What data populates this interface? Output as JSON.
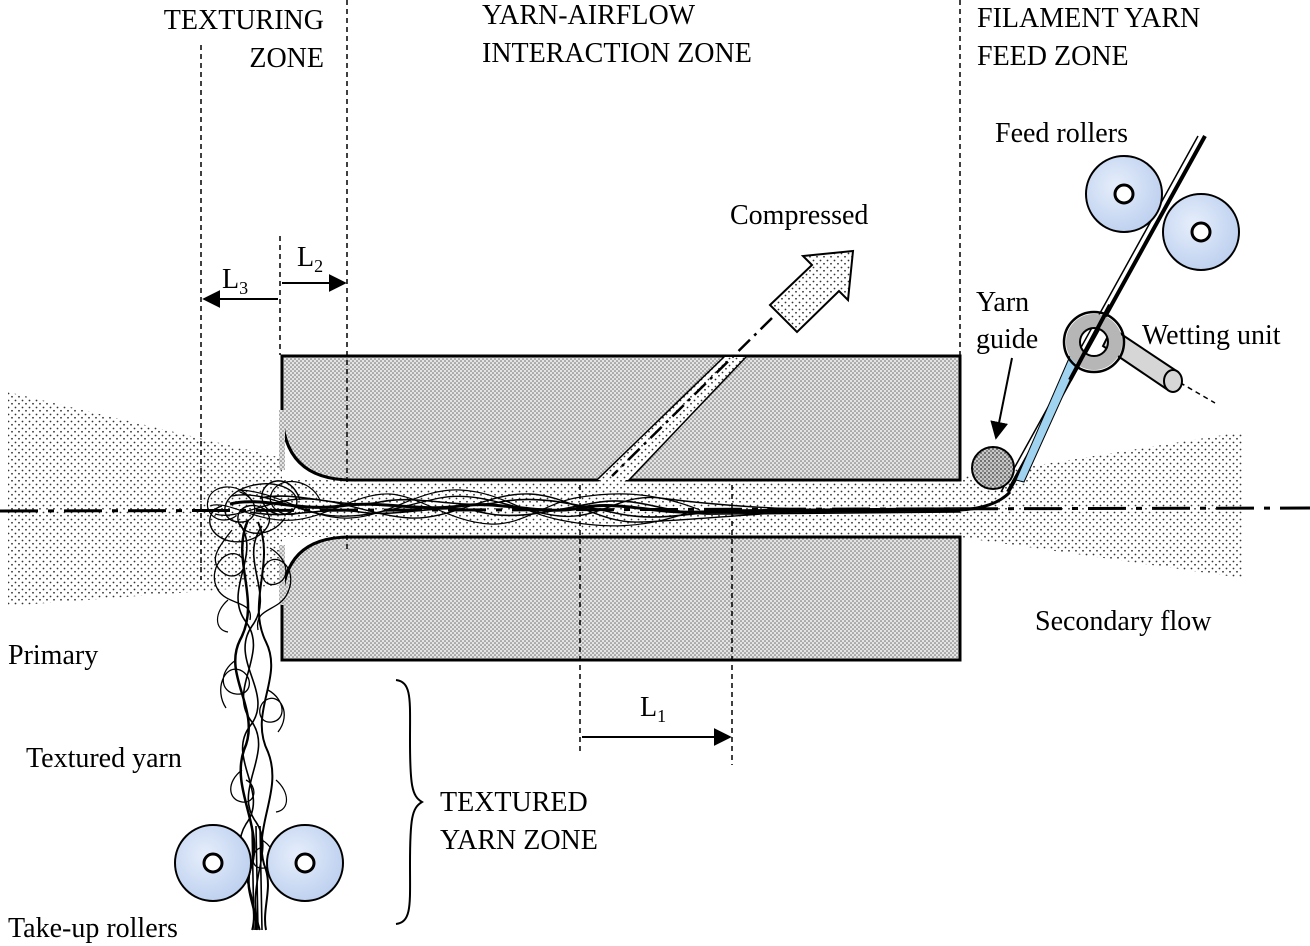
{
  "zones": {
    "texturing": [
      "TEXTURING",
      "ZONE"
    ],
    "interaction": [
      "YARN-AIRFLOW",
      "INTERACTION ZONE"
    ],
    "feed": [
      "FILAMENT YARN",
      "FEED ZONE"
    ],
    "textured_yarn": [
      "TEXTURED",
      "YARN ZONE"
    ]
  },
  "labels": {
    "feed_rollers": "Feed rollers",
    "compressed": "Compressed",
    "yarn_guide": [
      "Yarn",
      "guide"
    ],
    "wetting_unit": "Wetting unit",
    "secondary_flow": "Secondary flow",
    "primary": "Primary",
    "textured_yarn": "Textured yarn",
    "take_up_rollers": "Take-up rollers"
  },
  "dimensions": {
    "l1": {
      "letter": "L",
      "sub": "1"
    },
    "l2": {
      "letter": "L",
      "sub": "2"
    },
    "l3": {
      "letter": "L",
      "sub": "3"
    }
  }
}
